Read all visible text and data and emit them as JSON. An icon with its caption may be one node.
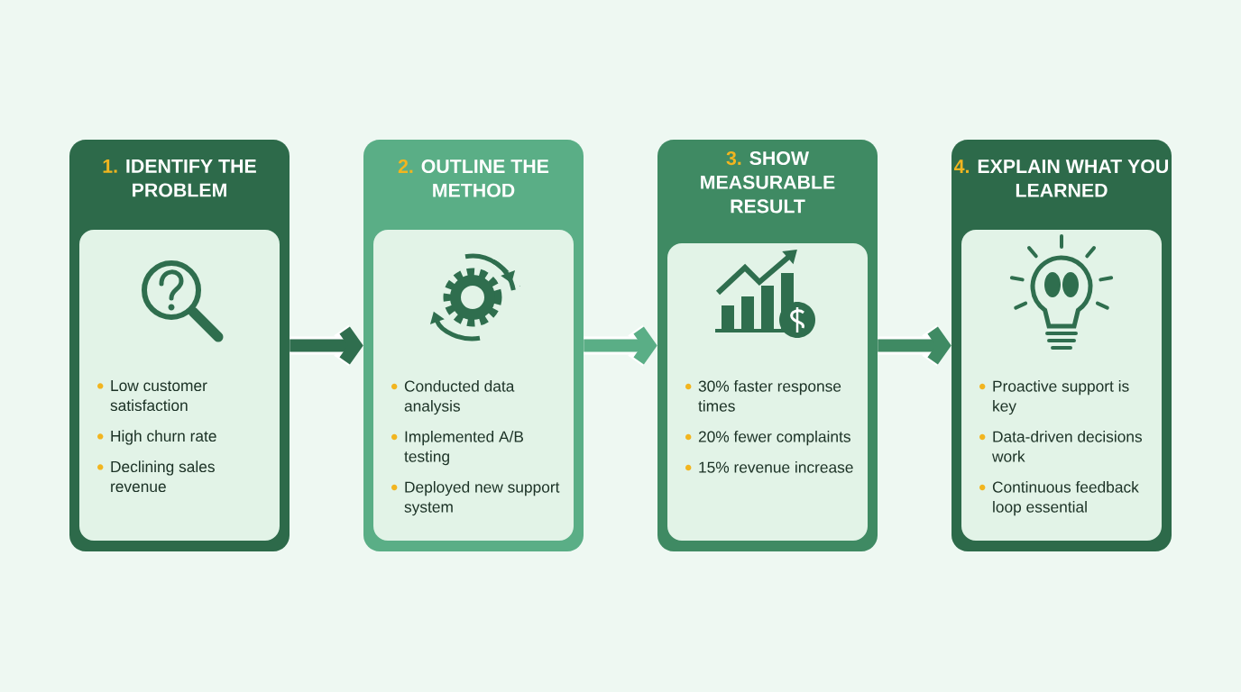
{
  "diagram": {
    "nodes": [
      {
        "text": [
          "1.",
          "IDENTIFY THE PROBLEM"
        ]
      },
      {
        "text": [
          "Low customer satisfaction",
          "High churn rate",
          "Declining sales revenue"
        ],
        "in": 0
      },
      {
        "text": [
          "2.",
          "OUTLINE THE METHOD"
        ]
      },
      {
        "text": [
          "Conducted data analysis",
          "Implemented A/B testing",
          "Deployed new support system"
        ],
        "in": 2
      },
      {
        "text": [
          "3.",
          "SHOW MEASURABLE RESULT"
        ]
      },
      {
        "text": [
          "30% faster response times",
          "20% fewer complaints",
          "15% revenue increase"
        ],
        "in": 4
      },
      {
        "text": [
          "4.",
          "EXPLAIN WHAT YOU LEARNED"
        ]
      },
      {
        "text": [
          "Proactive support is key",
          "Data-driven decisions work",
          "Continuous feedback loop essential"
        ],
        "in": 6
      }
    ],
    "edges": [
      {
        "from": 0,
        "to": 2,
        "arrow": "to",
        "color": "#2f6e4e"
      },
      {
        "from": 2,
        "to": 4,
        "arrow": "to",
        "color": "#5aae86"
      },
      {
        "from": 4,
        "to": 6,
        "arrow": "to",
        "color": "#3f8a63"
      }
    ]
  }
}
